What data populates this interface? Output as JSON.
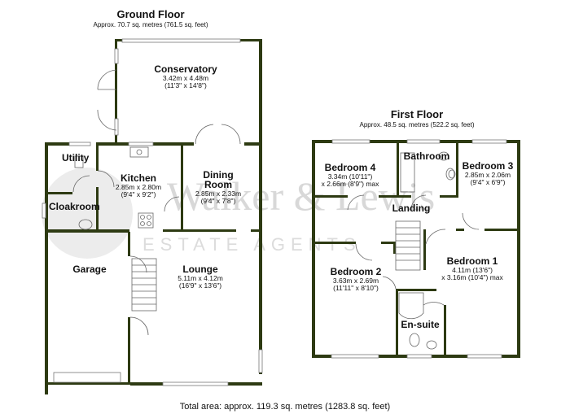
{
  "ground_floor": {
    "title": "Ground Floor",
    "area": "Approx. 70.7 sq. metres (761.5 sq. feet)",
    "rooms": {
      "conservatory": {
        "name": "Conservatory",
        "metric": "3.42m x 4.48m",
        "imperial": "(11'3\" x 14'8\")"
      },
      "utility": {
        "name": "Utility"
      },
      "kitchen": {
        "name": "Kitchen",
        "metric": "2.85m x 2.80m",
        "imperial": "(9'4\" x 9'2\")"
      },
      "dining": {
        "name_line1": "Dining",
        "name_line2": "Room",
        "metric": "2.85m x 2.33m",
        "imperial": "(9'4\" x 7'8\")"
      },
      "cloakroom": {
        "name": "Cloakroom"
      },
      "garage": {
        "name": "Garage"
      },
      "lounge": {
        "name": "Lounge",
        "metric": "5.11m x 4.12m",
        "imperial": "(16'9\" x 13'6\")"
      }
    }
  },
  "first_floor": {
    "title": "First Floor",
    "area": "Approx. 48.5 sq. metres (522.2 sq. feet)",
    "rooms": {
      "bedroom4": {
        "name": "Bedroom 4",
        "metric": "3.34m (10'11\")",
        "imperial": "x 2.66m (8'9\") max"
      },
      "bathroom": {
        "name": "Bathroom"
      },
      "bedroom3": {
        "name": "Bedroom 3",
        "metric": "2.85m x 2.06m",
        "imperial": "(9'4\" x 6'9\")"
      },
      "landing": {
        "name": "Landing"
      },
      "bedroom2": {
        "name": "Bedroom 2",
        "metric": "3.63m x 2.69m",
        "imperial": "(11'11\" x 8'10\")"
      },
      "bedroom1": {
        "name": "Bedroom 1",
        "metric": "4.11m (13'6\")",
        "imperial": "x 3.16m (10'4\") max"
      },
      "ensuite": {
        "name": "En-suite"
      }
    }
  },
  "total_area": "Total area: approx. 119.3 sq. metres (1283.8 sq. feet)",
  "watermark": {
    "brand": "Walker & Lewis",
    "tagline": "ESTATE AGENTS"
  },
  "colors": {
    "wall": "#2d3a12",
    "background": "#ffffff",
    "watermark": "#d8d8d8"
  }
}
